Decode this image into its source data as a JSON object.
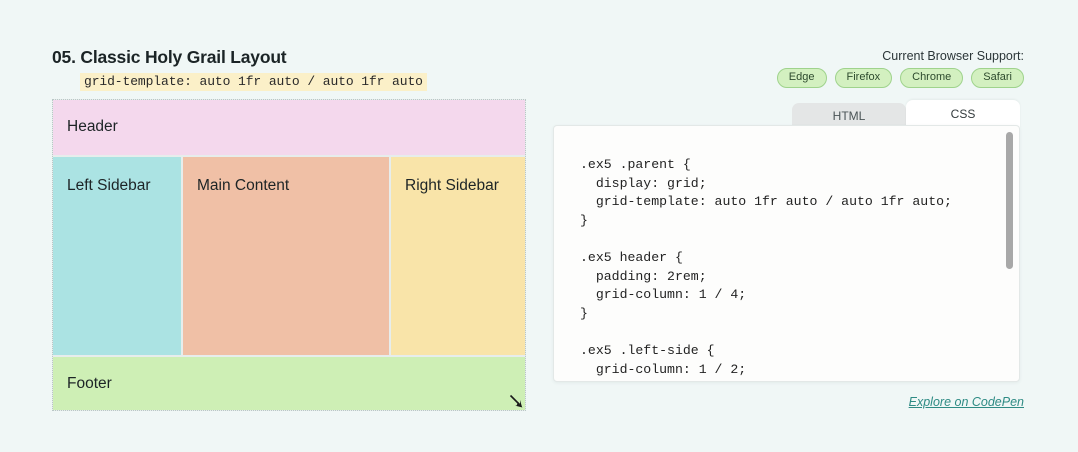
{
  "example": {
    "title": "05. Classic Holy Grail Layout",
    "subtitle_code": "grid-template: auto 1fr auto / auto 1fr auto"
  },
  "demo": {
    "header_label": "Header",
    "left_label": "Left Sidebar",
    "main_label": "Main Content",
    "right_label": "Right Sidebar",
    "footer_label": "Footer",
    "colors": {
      "header": "#f4d8ed",
      "left": "#abe3e3",
      "main": "#f0c0a6",
      "right": "#f9e4a9",
      "footer": "#ceefb5",
      "background": "#e7edec"
    },
    "resize_handle": "resize-grip-icon"
  },
  "support": {
    "label": "Current Browser Support:",
    "browsers": [
      "Edge",
      "Firefox",
      "Chrome",
      "Safari"
    ],
    "badge_color": "#d3f0c0",
    "badge_border": "#9fd38c"
  },
  "code_panel": {
    "tabs": [
      {
        "label": "HTML",
        "active": false
      },
      {
        "label": "CSS",
        "active": true
      }
    ],
    "content": ".ex5 .parent {\n  display: grid;\n  grid-template: auto 1fr auto / auto 1fr auto;\n}\n\n.ex5 header {\n  padding: 2rem;\n  grid-column: 1 / 4;\n}\n\n.ex5 .left-side {\n  grid-column: 1 / 2;\n}"
  },
  "footer_link": {
    "label": "Explore on CodePen",
    "color": "#2e8b84"
  },
  "page": {
    "background": "#f0f7f6"
  }
}
